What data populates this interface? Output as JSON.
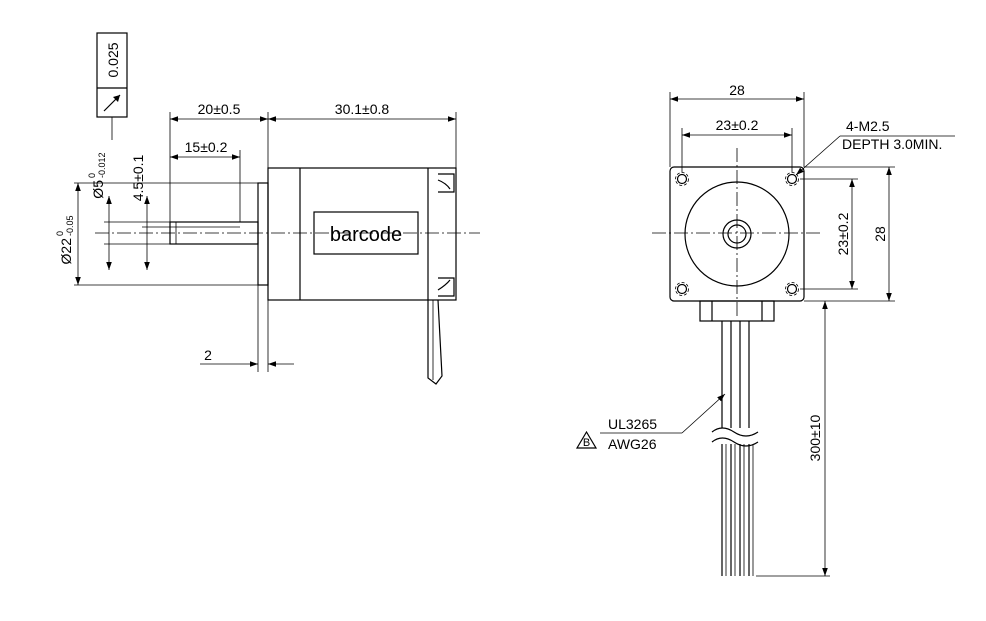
{
  "side_view": {
    "tolerance_value": "0.025",
    "shaft_diameter": "Ø5",
    "shaft_diameter_upper": "0",
    "shaft_diameter_lower": "-0.012",
    "flat_depth": "4.5±0.1",
    "pilot_diameter": "Ø22",
    "pilot_diameter_upper": "0",
    "pilot_diameter_lower": "-0.05",
    "shaft_length": "20±0.5",
    "flat_length": "15±0.2",
    "body_length": "30.1±0.8",
    "flange_thickness": "2",
    "label_text": "barcode"
  },
  "front_view": {
    "width": "28",
    "hole_spacing_h": "23±0.2",
    "hole_note_line1": "4-M2.5",
    "hole_note_line2": "DEPTH 3.0MIN.",
    "hole_spacing_v": "23±0.2",
    "height": "28",
    "cable_spec_line1": "UL3265",
    "cable_spec_line2": "AWG26",
    "revision_mark": "B",
    "lead_length": "300±10"
  }
}
